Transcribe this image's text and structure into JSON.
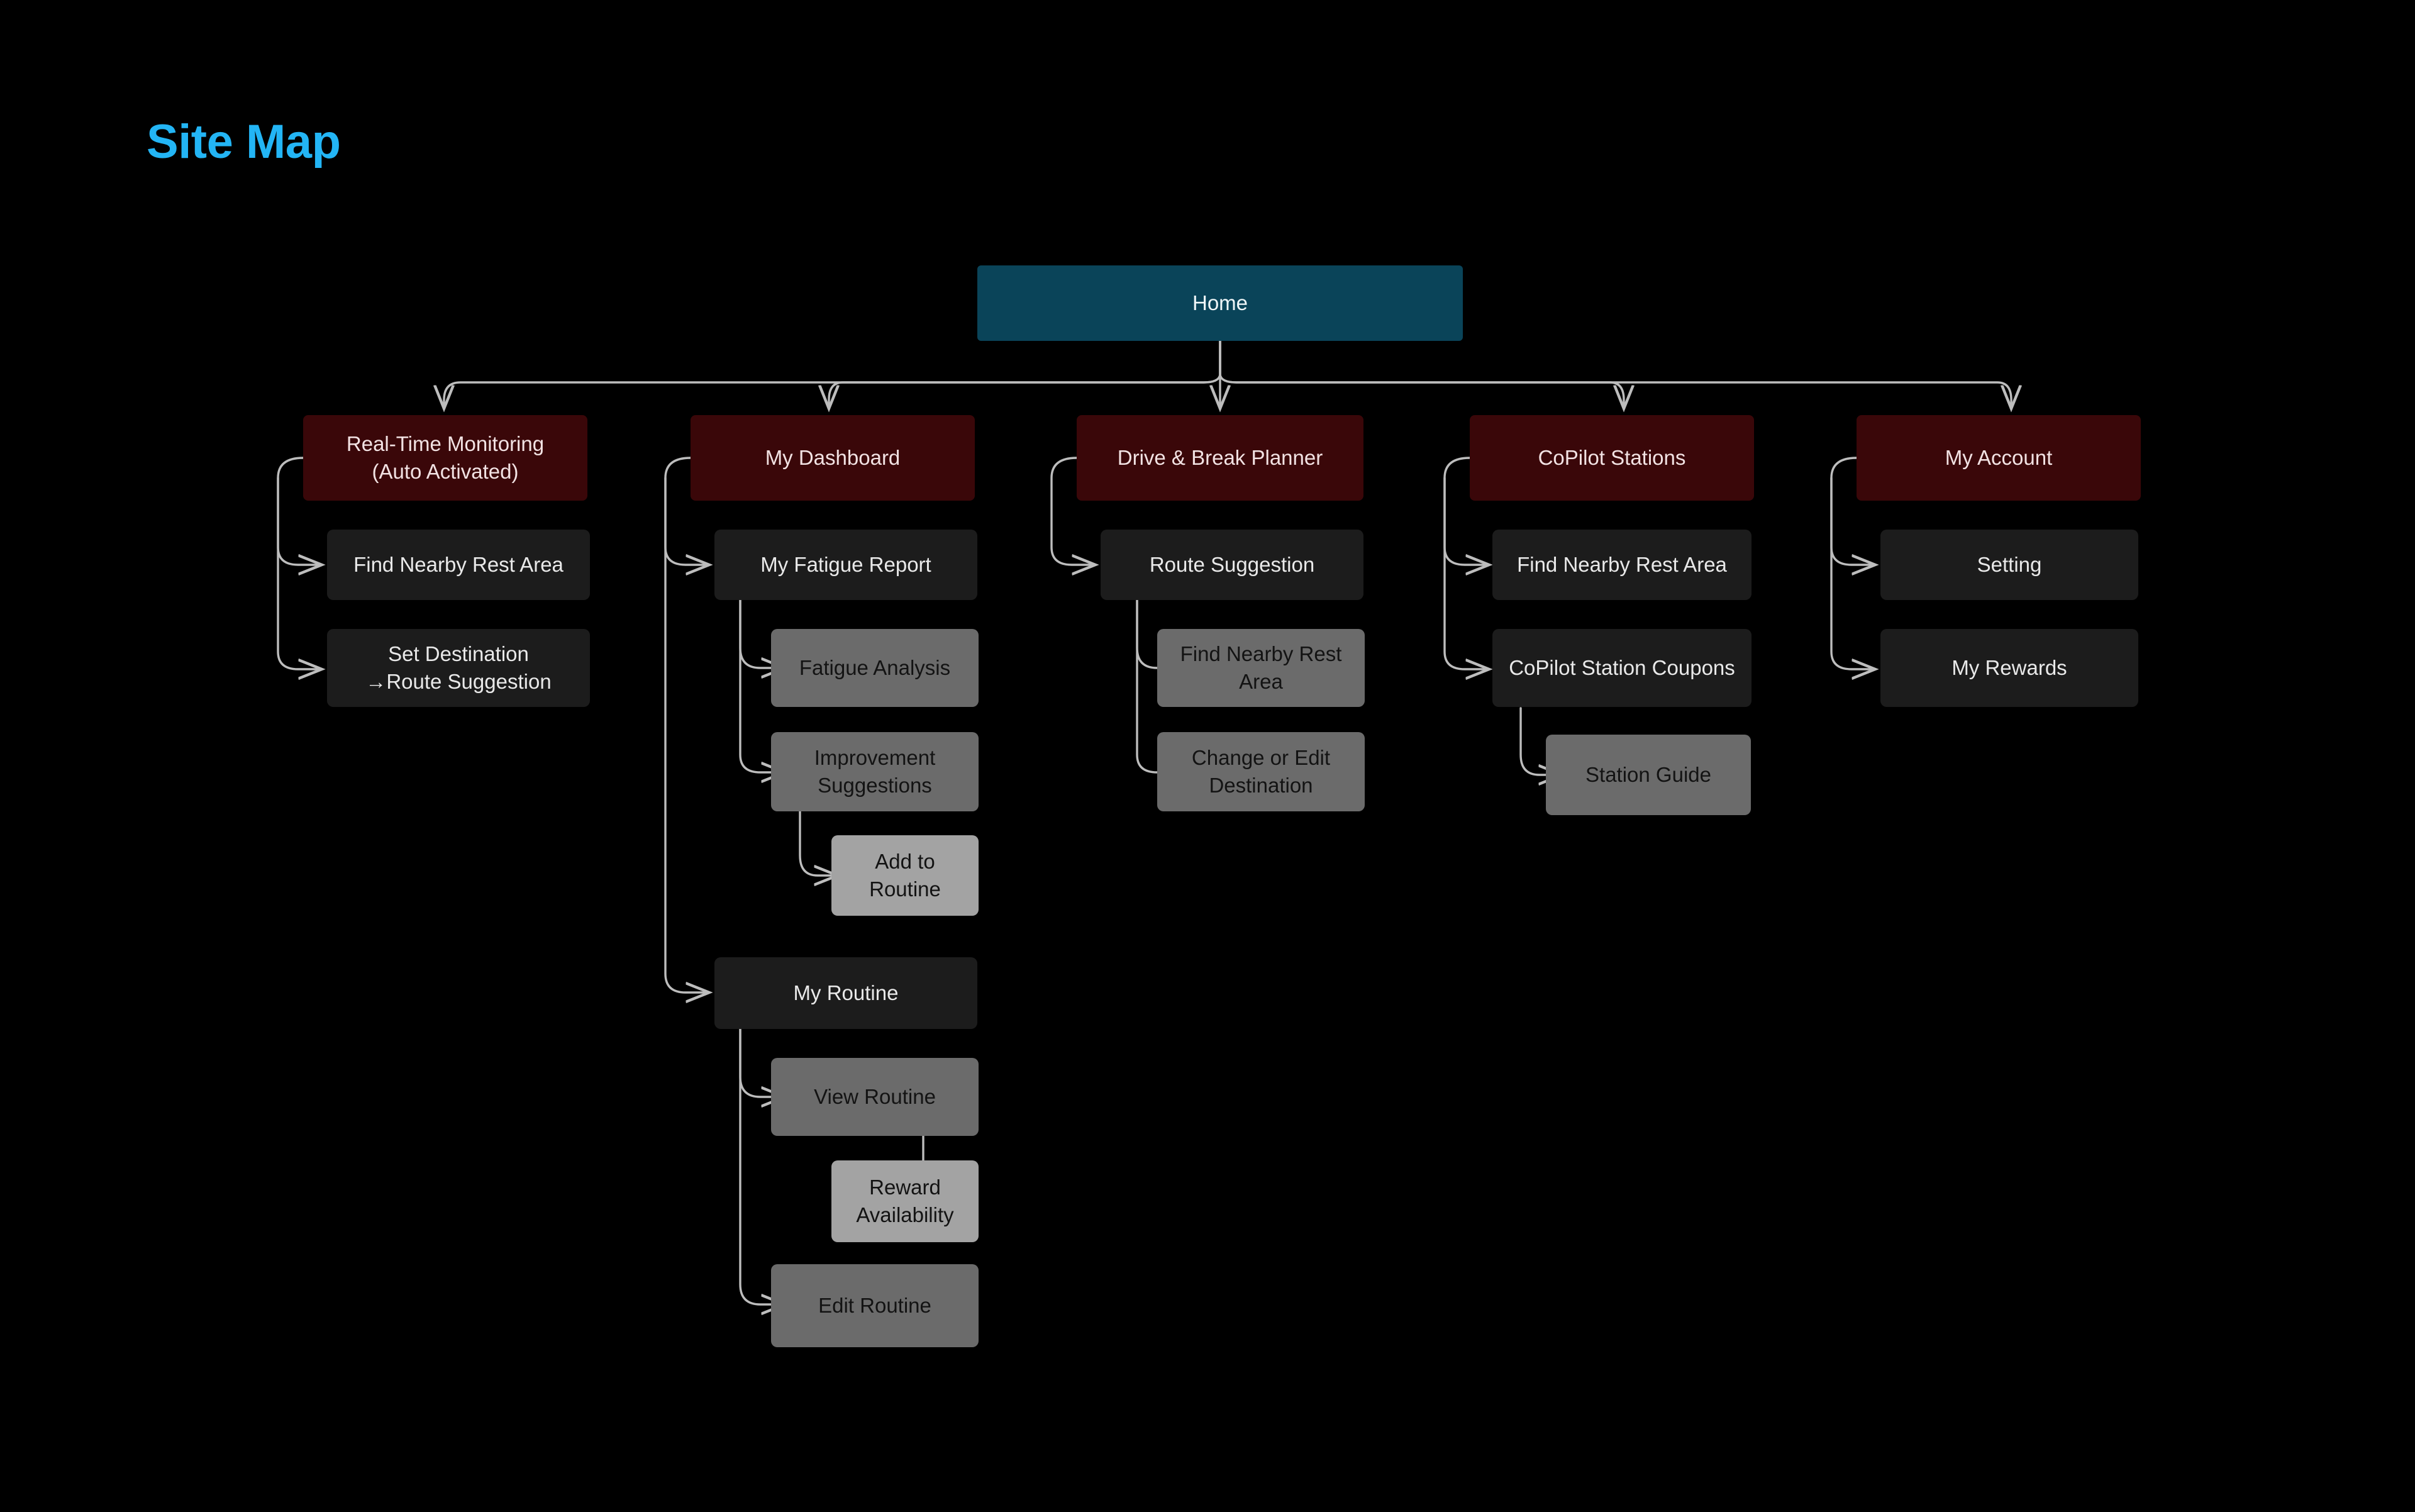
{
  "page": {
    "title": "Site Map",
    "title_color": "#23b5f5",
    "background_color": "#000000",
    "edge_color": "#bdbdbd"
  },
  "palette": {
    "root": "#0a4459",
    "level1": "#3a0709",
    "level2": "#1c1c1c",
    "level3": "#6b6b6b",
    "level4": "#a3a3a3"
  },
  "nodes": {
    "home": "Home",
    "real_time_monitoring": "Real-Time Monitoring\n(Auto Activated)",
    "rtm_find_rest_area": "Find Nearby Rest Area",
    "rtm_set_destination": "Set Destination\n→Route Suggestion",
    "my_dashboard": "My Dashboard",
    "my_fatigue_report": "My Fatigue Report",
    "fatigue_analysis": "Fatigue Analysis",
    "improvement_suggestions": "Improvement\nSuggestions",
    "add_to_routine": "Add to Routine",
    "my_routine": "My Routine",
    "view_routine": "View Routine",
    "reward_availability": "Reward\nAvailability",
    "edit_routine": "Edit Routine",
    "drive_break_planner": "Drive & Break Planner",
    "route_suggestion": "Route Suggestion",
    "dbp_find_rest_area": "Find Nearby Rest Area",
    "change_or_edit_destination": "Change or Edit\nDestination",
    "copilot_stations": "CoPilot Stations",
    "cps_find_rest_area": "Find Nearby Rest Area",
    "copilot_station_coupons": "CoPilot Station Coupons",
    "station_guide": "Station Guide",
    "my_account": "My Account",
    "setting": "Setting",
    "my_rewards": "My Rewards"
  },
  "chart_data": {
    "type": "tree",
    "title": "Site Map",
    "root": {
      "id": "home",
      "label": "Home",
      "level": 0,
      "children": [
        {
          "id": "real_time_monitoring",
          "label": "Real-Time Monitoring (Auto Activated)",
          "level": 1,
          "children": [
            {
              "id": "rtm_find_rest_area",
              "label": "Find Nearby Rest Area",
              "level": 2,
              "children": []
            },
            {
              "id": "rtm_set_destination",
              "label": "Set Destination →Route Suggestion",
              "level": 2,
              "children": []
            }
          ]
        },
        {
          "id": "my_dashboard",
          "label": "My Dashboard",
          "level": 1,
          "children": [
            {
              "id": "my_fatigue_report",
              "label": "My Fatigue Report",
              "level": 2,
              "children": [
                {
                  "id": "fatigue_analysis",
                  "label": "Fatigue Analysis",
                  "level": 3,
                  "children": []
                },
                {
                  "id": "improvement_suggestions",
                  "label": "Improvement Suggestions",
                  "level": 3,
                  "children": [
                    {
                      "id": "add_to_routine",
                      "label": "Add to Routine",
                      "level": 4,
                      "children": []
                    }
                  ]
                }
              ]
            },
            {
              "id": "my_routine",
              "label": "My Routine",
              "level": 2,
              "children": [
                {
                  "id": "view_routine",
                  "label": "View Routine",
                  "level": 3,
                  "children": [
                    {
                      "id": "reward_availability",
                      "label": "Reward Availability",
                      "level": 4,
                      "children": []
                    }
                  ]
                },
                {
                  "id": "edit_routine",
                  "label": "Edit Routine",
                  "level": 3,
                  "children": []
                }
              ]
            }
          ]
        },
        {
          "id": "drive_break_planner",
          "label": "Drive & Break Planner",
          "level": 1,
          "children": [
            {
              "id": "route_suggestion",
              "label": "Route Suggestion",
              "level": 2,
              "children": [
                {
                  "id": "dbp_find_rest_area",
                  "label": "Find Nearby Rest Area",
                  "level": 3,
                  "children": []
                },
                {
                  "id": "change_or_edit_destination",
                  "label": "Change or Edit Destination",
                  "level": 3,
                  "children": []
                }
              ]
            }
          ]
        },
        {
          "id": "copilot_stations",
          "label": "CoPilot Stations",
          "level": 1,
          "children": [
            {
              "id": "cps_find_rest_area",
              "label": "Find Nearby Rest Area",
              "level": 2,
              "children": []
            },
            {
              "id": "copilot_station_coupons",
              "label": "CoPilot Station Coupons",
              "level": 2,
              "children": [
                {
                  "id": "station_guide",
                  "label": "Station Guide",
                  "level": 3,
                  "children": []
                }
              ]
            }
          ]
        },
        {
          "id": "my_account",
          "label": "My Account",
          "level": 1,
          "children": [
            {
              "id": "setting",
              "label": "Setting",
              "level": 2,
              "children": []
            },
            {
              "id": "my_rewards",
              "label": "My Rewards",
              "level": 2,
              "children": []
            }
          ]
        }
      ]
    }
  }
}
